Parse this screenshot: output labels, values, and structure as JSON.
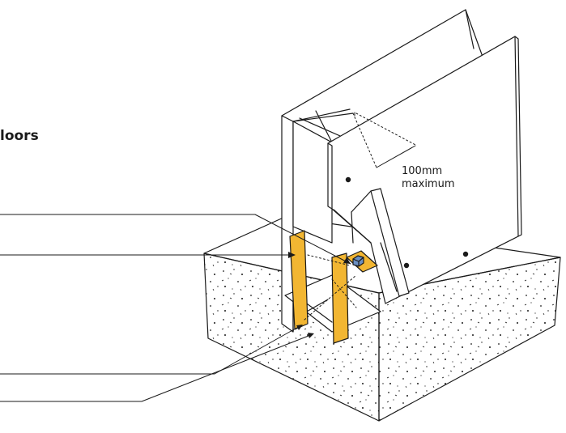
{
  "heading": "loors",
  "dimension": {
    "value": "100mm",
    "qualifier": "maximum"
  },
  "colors": {
    "line": "#1a1a1a",
    "bracket": "#f2b632",
    "bracket_edge": "#c98a10",
    "background": "#ffffff"
  },
  "icons": {
    "bolt": "hex-bolt-icon",
    "nail": "nail-dot-icon"
  }
}
